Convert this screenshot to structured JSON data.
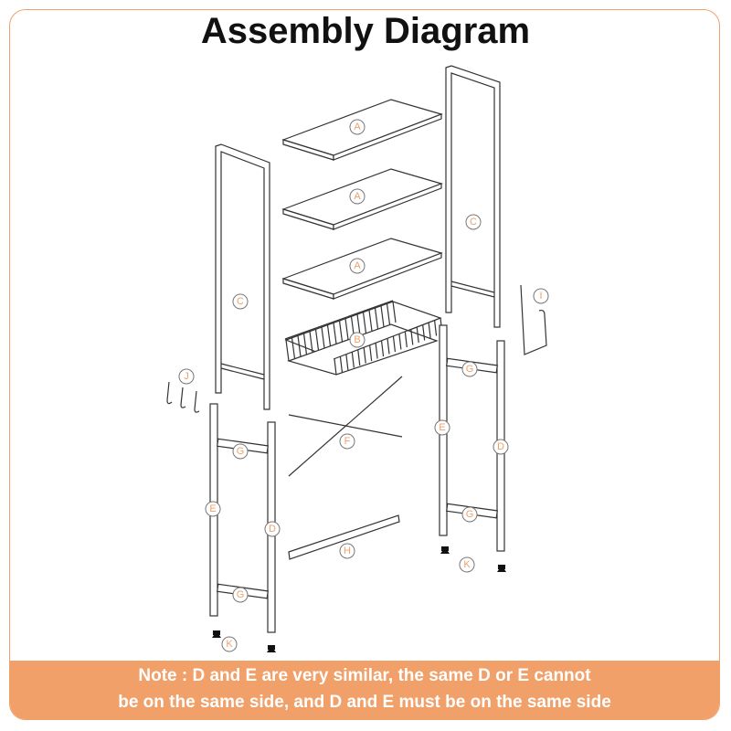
{
  "title": "Assembly Diagram",
  "note": {
    "line1": "Note : D and E are very similar, the same D or E cannot",
    "line2": "be on the same side, and D and E must be on the same side"
  },
  "labels": {
    "shelf": "A",
    "basket": "B",
    "side_frame": "C",
    "leg_d": "D",
    "leg_e": "E",
    "cross_brace": "F",
    "connector": "G",
    "bottom_bar": "H",
    "side_hook": "I",
    "hooks": "J",
    "foot": "K"
  },
  "colors": {
    "accent": "#f0a068",
    "line": "#333333"
  }
}
